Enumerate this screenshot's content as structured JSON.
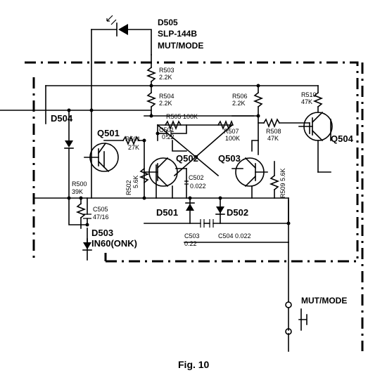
{
  "labels": {
    "d505": "D505",
    "slp": "SLP-144B",
    "mut_mode_top": "MUT/MODE",
    "r503": "R503",
    "r503_val": "2.2K",
    "r504": "R504",
    "r504_val": "2.2K",
    "r506": "R506",
    "r506_val": "2.2K",
    "r510": "R510",
    "r510_val": "47K",
    "r505": "R505 100K",
    "c501": "C501",
    "c501_val": "0.22",
    "r501": "R501",
    "r501_val": "27K",
    "r507": "R507",
    "r507_val": "100K",
    "r508": "R508",
    "r508_val": "47K",
    "d504": "D504",
    "q501": "Q501",
    "q502": "Q502",
    "q503": "Q503",
    "q504": "Q504",
    "r502": "R502",
    "r502_val": "5.6K",
    "r509": "R509 5.6K",
    "c502": "C502",
    "c502_val": "0.022",
    "r500": "R500",
    "r500_val": "39K",
    "c505": "C505",
    "c505_val": "47/16",
    "d501": "D501",
    "d502": "D502",
    "c503": "C503",
    "c503_val": "0.22",
    "c504": "C504  0.022",
    "d503": "D503",
    "in60": "IN60(ONK)",
    "mut_mode_sw": "MUT/MODE",
    "caption": "Fig. 10"
  }
}
